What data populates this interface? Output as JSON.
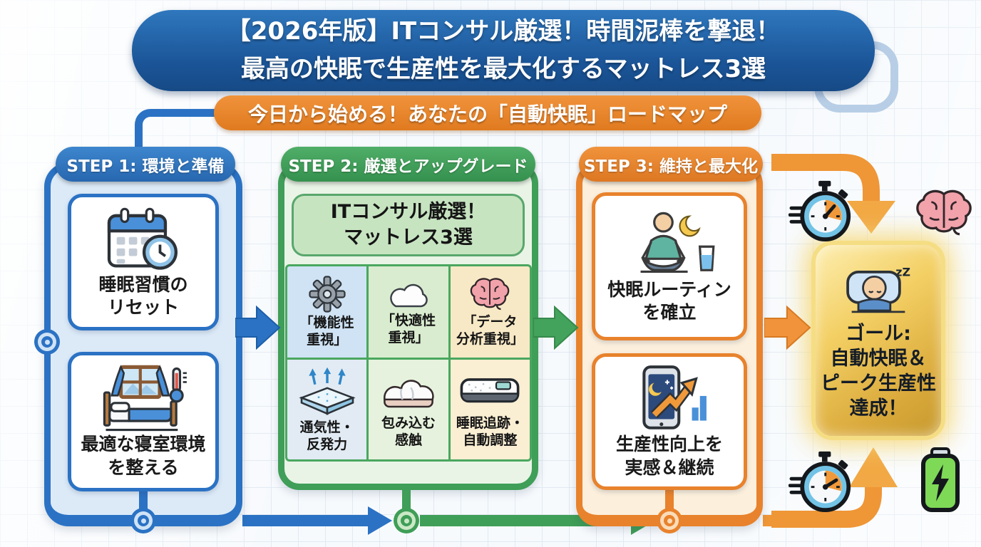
{
  "title_banner": {
    "line1": "【2026年版】ITコンサル厳選！時間泥棒を撃退！",
    "line2": "最高の快眠で生産性を最大化するマットレス3選"
  },
  "subtitle_banner": {
    "text": "今日から始める！あなたの「自動快眠」ロードマップ"
  },
  "steps": [
    {
      "header": "STEP 1: 環境と準備",
      "color": "#2b72c4",
      "cards": [
        {
          "icon": "calendar-clock-icon",
          "line1": "睡眠習慣の",
          "line2": "リセット"
        },
        {
          "icon": "bedroom-icon",
          "line1": "最適な寝室環境",
          "line2": "を整える"
        }
      ]
    },
    {
      "header": "STEP 2: 厳選とアップグレード",
      "color": "#3f9e57",
      "inner_title": {
        "line1": "ITコンサル厳選！",
        "line2": "マットレス3選"
      },
      "grid": [
        {
          "icon": "gear-icon",
          "line1": "「機能性",
          "line2": "重視」",
          "bg": "#cfe3f4"
        },
        {
          "icon": "cloud-icon",
          "line1": "「快適性",
          "line2": "重視」",
          "bg": "#d9eccf"
        },
        {
          "icon": "brain-icon",
          "line1": "「データ",
          "line2": "分析重視」",
          "bg": "#f8e9c6"
        },
        {
          "icon": "mattress-airflow-icon",
          "line1": "通気性・",
          "line2": "反発力",
          "bg": "#e2ebf4"
        },
        {
          "icon": "mattress-soft-icon",
          "line1": "包み込む",
          "line2": "感触",
          "bg": "#e6f2dd"
        },
        {
          "icon": "mattress-smart-icon",
          "line1": "睡眠追跡・",
          "line2": "自動調整",
          "bg": "#faeed3"
        }
      ]
    },
    {
      "header": "STEP 3: 維持と最大化",
      "color": "#e8822c",
      "cards": [
        {
          "icon": "meditation-icon",
          "line1": "快眠ルーティン",
          "line2": "を確立"
        },
        {
          "icon": "phone-chart-icon",
          "line1": "生産性向上を",
          "line2": "実感＆継続"
        }
      ]
    }
  ],
  "goal": {
    "icon": "sleeping-person-icon",
    "zz": "zZ",
    "lines": [
      "ゴール:",
      "自動快眠＆",
      "ピーク生産性",
      "達成！"
    ]
  },
  "side_icons": [
    "stopwatch-icon",
    "brain-icon",
    "stopwatch-icon",
    "battery-icon"
  ],
  "colors": {
    "banner_blue": "#1b5598",
    "banner_orange": "#e8842c",
    "step1_blue": "#2b72c4",
    "step2_green": "#3f9e57",
    "step3_orange": "#e8822c",
    "goal_gold": "#e3b84a",
    "grid_bg": "#e1e9f2"
  }
}
